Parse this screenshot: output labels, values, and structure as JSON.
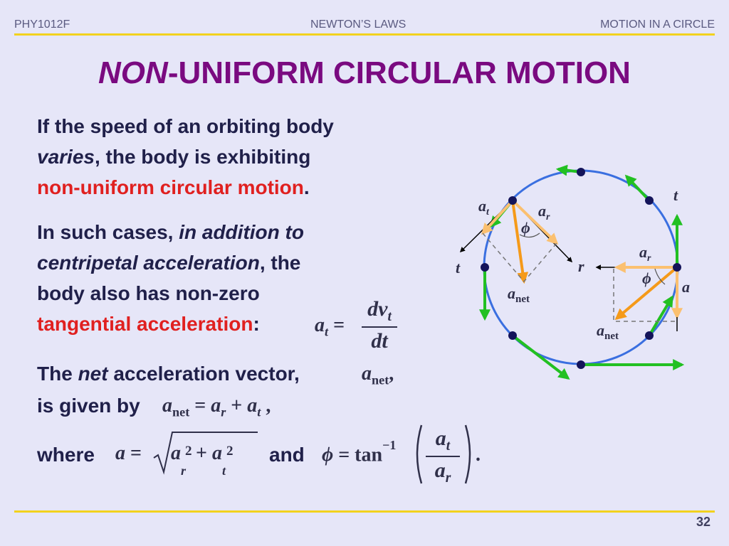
{
  "header": {
    "course": "PHY1012F",
    "topic": "NEWTON’S LAWS",
    "section": "MOTION IN A CIRCLE"
  },
  "title": {
    "emph": "NON",
    "rest": "-UNIFORM CIRCULAR MOTION"
  },
  "body": {
    "p1_l1": "If the speed of an orbiting body",
    "p1_l2_emph": "varies",
    "p1_l2_rest": ", the body is exhibiting",
    "p1_l3_red": "non-uniform circular motion",
    "p1_l3_end": ".",
    "p2_l1": "In such cases, ",
    "p2_l1_emph": "in addition to",
    "p2_l2_emph": "centripetal acceleration",
    "p2_l2_rest": ", the",
    "p2_l3": "body also has non-zero",
    "p2_l4_red": "tangential acceleration",
    "p2_l4_end": ":",
    "p3_l1a": "The ",
    "p3_l1_emph": "net",
    "p3_l1b": " acceleration vector,",
    "p3_l2": "is given by",
    "p3_l3a": "where",
    "p3_l3b": "and"
  },
  "math": {
    "a": "a",
    "t": "t",
    "r": "r",
    "net": "net",
    "eq": "=",
    "plus": "+",
    "dv": "dv",
    "dt": "dt",
    "sq": "2",
    "tan": "tan",
    "inv": "−1",
    "phi": "ϕ",
    "comma": ",",
    "period": "."
  },
  "diagram": {
    "labels": {
      "at": "a",
      "at_sub": "t",
      "ar": "a",
      "ar_sub": "r",
      "anet": "a",
      "anet_sub": "net",
      "t": "t",
      "r": "r",
      "phi": "ϕ"
    }
  },
  "footer": {
    "page": "32"
  },
  "colors": {
    "title": "#7a0a80",
    "text": "#20204a",
    "red": "#e02020",
    "rule": "#f2d21e",
    "circle": "#3a6fe0",
    "green": "#22c022",
    "orange": "#f59a1a",
    "light_orange": "#fbc070"
  }
}
